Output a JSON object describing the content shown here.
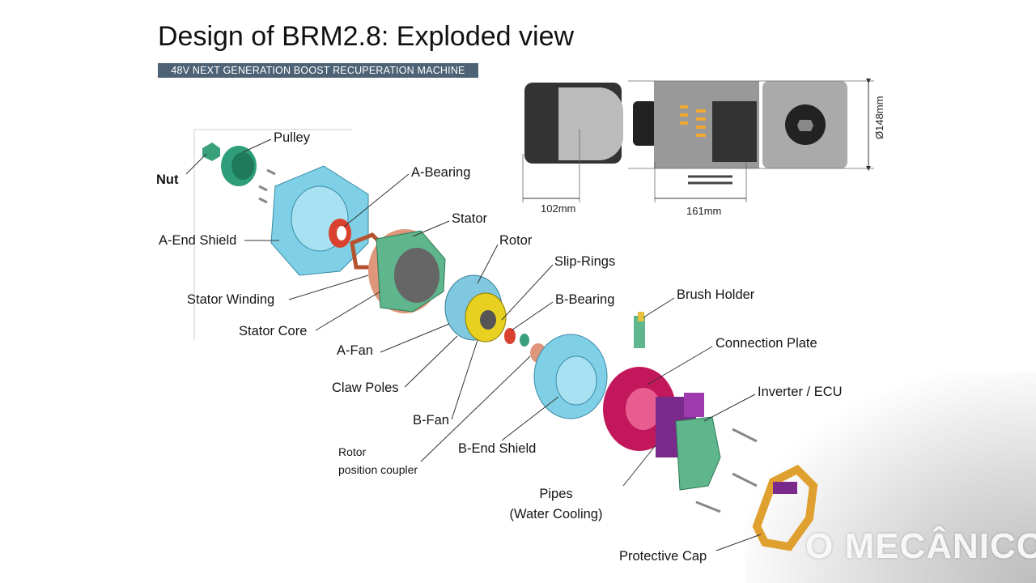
{
  "slide": {
    "title": "Design of BRM2.8: Exploded view",
    "banner": "48V NEXT GENERATION BOOST RECUPERATION MACHINE"
  },
  "dimensions": {
    "length_a": "102mm",
    "length_b": "161mm",
    "diameter": "Ø148mm"
  },
  "labels": {
    "pulley": "Pulley",
    "nut": "Nut",
    "a_bearing": "A-Bearing",
    "a_end_shield": "A-End Shield",
    "stator": "Stator",
    "rotor": "Rotor",
    "slip_rings": "Slip-Rings",
    "stator_winding": "Stator Winding",
    "b_bearing": "B-Bearing",
    "brush_holder": "Brush Holder",
    "stator_core": "Stator Core",
    "a_fan": "A-Fan",
    "connection_plate": "Connection Plate",
    "claw_poles": "Claw Poles",
    "inverter_ecu": "Inverter / ECU",
    "b_fan": "B-Fan",
    "b_end_shield": "B-End Shield",
    "rotor_position_coupler_1": "Rotor",
    "rotor_position_coupler_2": "position coupler",
    "pipes_1": "Pipes",
    "pipes_2": "(Water Cooling)",
    "protective_cap": "Protective Cap"
  },
  "colors": {
    "banner": "#4d6275",
    "shield": "#7fd0e6",
    "stator": "#5fb58c",
    "winding": "#e0967a",
    "connection_plate": "#c2185b",
    "inverter": "#7a2a8a",
    "cap": "#e0a030",
    "pulley": "#2e9e7a"
  },
  "watermark": "O MECÂNICO"
}
